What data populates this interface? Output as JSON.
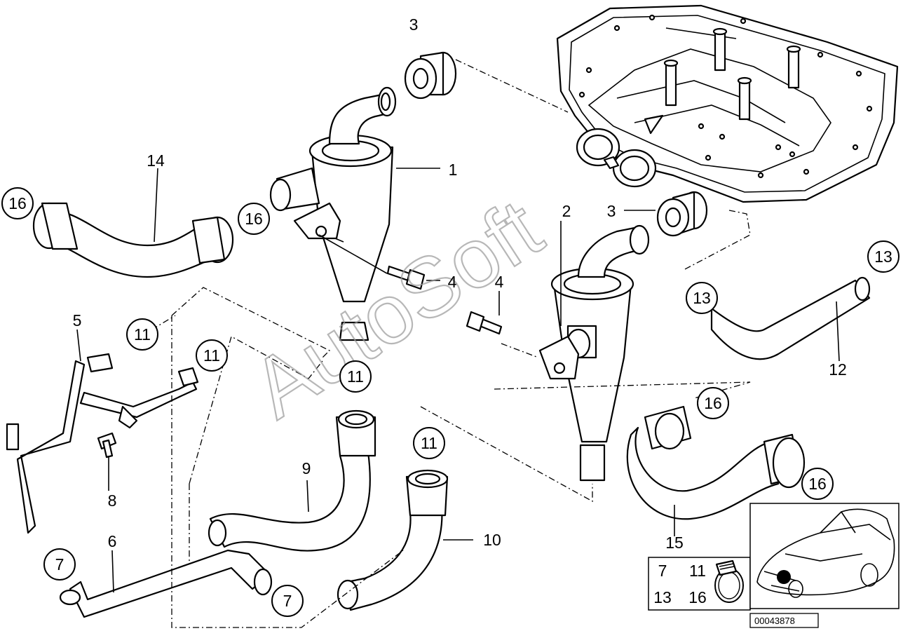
{
  "watermark": "AutoSoft",
  "diagram_code": "00043878",
  "callouts": {
    "c1": "1",
    "c2": "2",
    "c3a": "3",
    "c3b": "3",
    "c4a": "4",
    "c4b": "4",
    "c5": "5",
    "c6": "6",
    "c7a": "7",
    "c7b": "7",
    "c8": "8",
    "c9": "9",
    "c10": "10",
    "c11a": "11",
    "c11b": "11",
    "c11c": "11",
    "c11d": "11",
    "c12": "12",
    "c13a": "13",
    "c13b": "13",
    "c14": "14",
    "c15": "15",
    "c16a": "16",
    "c16b": "16",
    "c16c": "16",
    "c16d": "16"
  },
  "clamp_legend": {
    "a": "7",
    "b": "11",
    "c": "13",
    "d": "16"
  }
}
